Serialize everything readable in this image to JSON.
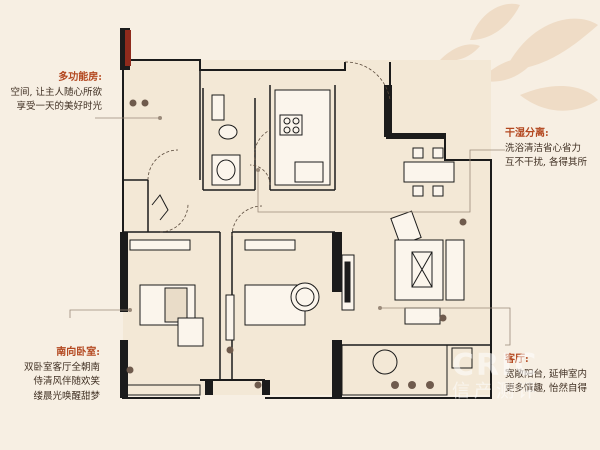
{
  "callouts": {
    "multi_room": {
      "title": "多功能房:",
      "lines": [
        "空间, 让主人随心所欲",
        "享受一天的美好时光"
      ]
    },
    "dry_wet": {
      "title": "干湿分离:",
      "lines": [
        "洗浴清洁省心省力",
        "互不干扰, 各得其所"
      ]
    },
    "south_bedroom": {
      "title": "南向卧室:",
      "lines": [
        "双卧室客厅全朝南",
        "侍清风伴随欢笑",
        "缕晨光唤醒甜梦"
      ]
    },
    "living_room": {
      "title": "客厅:",
      "lines": [
        "宽敞阳台, 延伸室内",
        "更多情趣, 怡然自得"
      ]
    }
  },
  "watermark": {
    "line1": "CRIC",
    "line2": "信产测评"
  },
  "colors": {
    "background": "#f7efe3",
    "wall": "#1b1b1b",
    "accent_wall": "#8e2a1c",
    "title_text": "#b3471f",
    "body_text": "#3f2f22",
    "leader": "#9a8a7a",
    "flower": "#6f5b4d"
  }
}
